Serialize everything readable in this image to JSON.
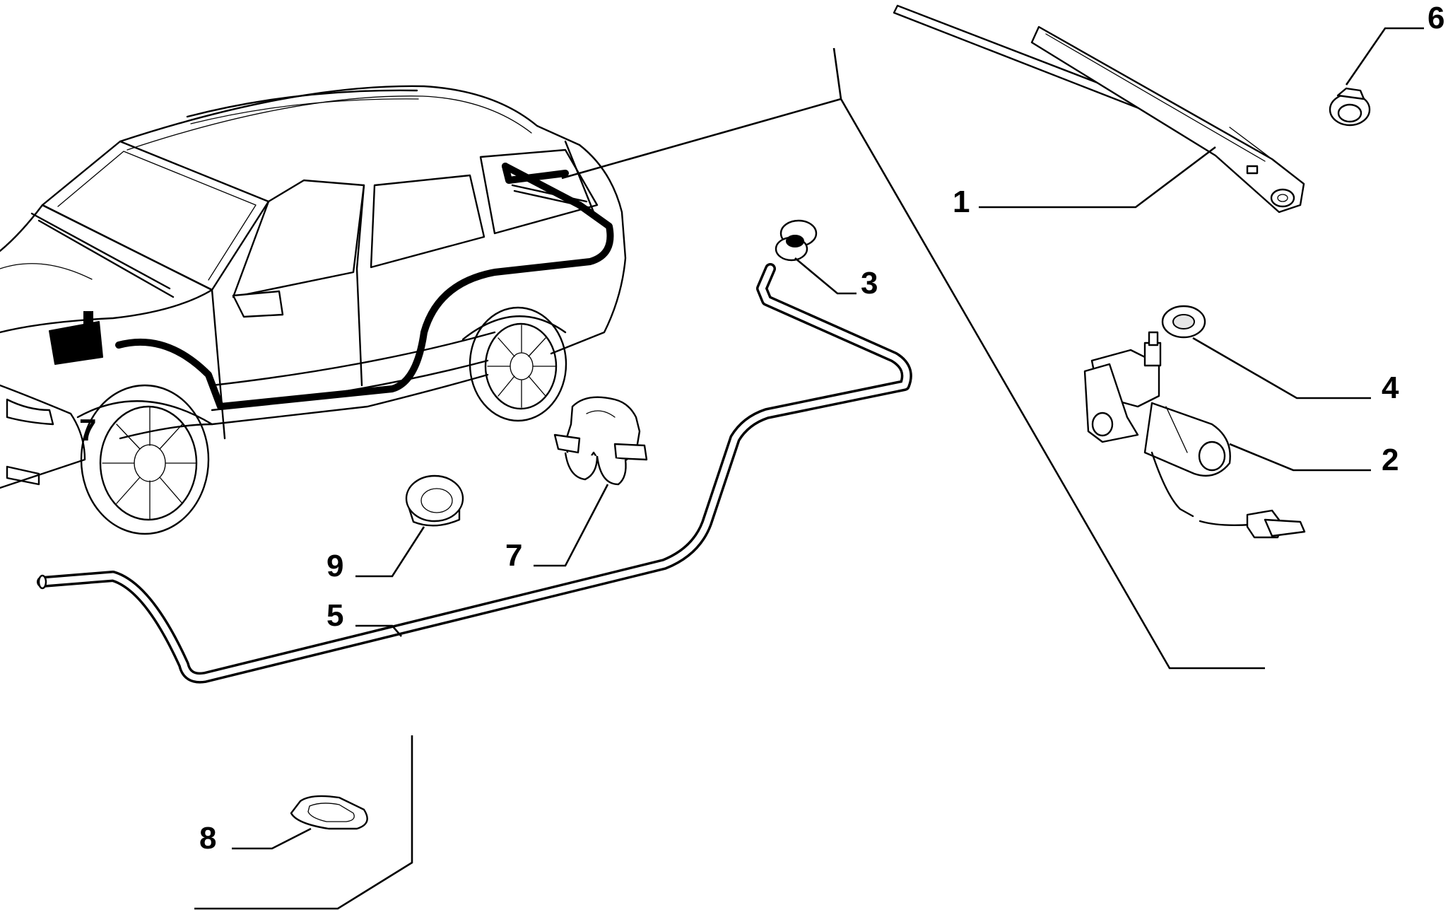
{
  "callouts": {
    "c1": "1",
    "c2": "2",
    "c3": "3",
    "c4": "4",
    "c5": "5",
    "c6": "6",
    "c7a": "7",
    "c7b": "7",
    "c8": "8",
    "c9": "9"
  },
  "colors": {
    "line": "#000000",
    "background": "#ffffff"
  }
}
